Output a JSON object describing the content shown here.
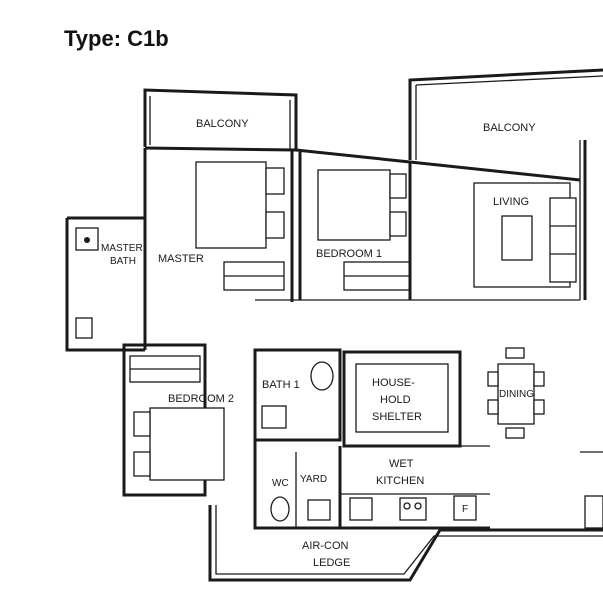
{
  "title": "Type: C1b",
  "rooms": {
    "balcony_left": "BALCONY",
    "balcony_right": "BALCONY",
    "master_bath_line1": "MASTER",
    "master_bath_line2": "BATH",
    "master": "MASTER",
    "bedroom1": "BEDROOM 1",
    "living": "LIVING",
    "bedroom2": "BEDROOM 2",
    "bath1": "BATH 1",
    "shelter_line1": "HOUSE-",
    "shelter_line2": "HOLD",
    "shelter_line3": "SHELTER",
    "dining": "DINING",
    "wc": "WC",
    "yard": "YARD",
    "wet_kitchen_line1": "WET",
    "wet_kitchen_line2": "KITCHEN",
    "aircon_line1": "AIR-CON",
    "aircon_line2": "LEDGE",
    "fridge": "F"
  }
}
